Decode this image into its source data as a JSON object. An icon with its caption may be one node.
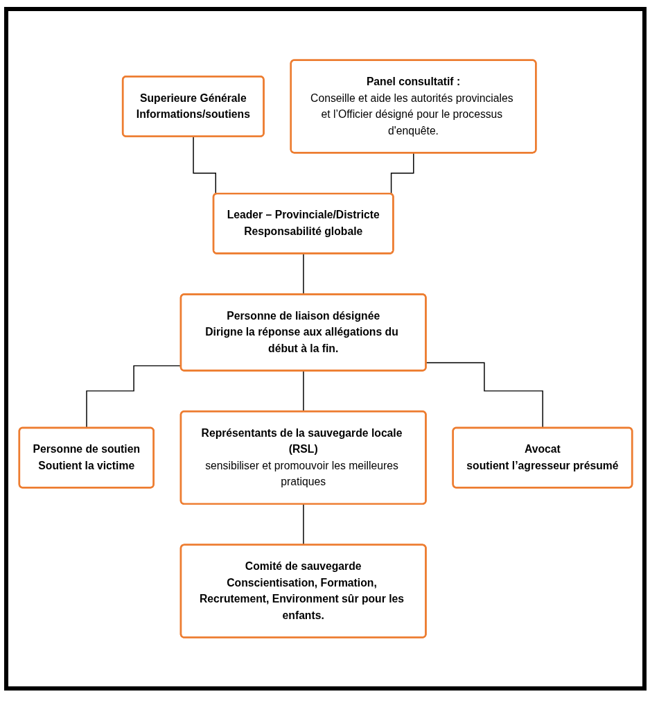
{
  "diagram": {
    "nodes": [
      {
        "text": [
          "Superieure Générale",
          "Informations/soutiens"
        ]
      },
      {
        "text": [
          "Panel consultatif :",
          "Conseille et aide les autorités provinciales et l’Officier désigné pour le processus d'enquête."
        ]
      },
      {
        "text": [
          "Leader – Provinciale/Districte",
          "Responsabilité globale"
        ]
      },
      {
        "text": [
          "Personne de liaison désignée",
          "Dirigne la réponse aux allégations du début à la fin."
        ]
      },
      {
        "text": [
          "Personne de soutien",
          "Soutient la victime"
        ]
      },
      {
        "text": [
          "Représentants de la sauvegarde locale (RSL)",
          "sensibiliser et promouvoir les meilleures pratiques"
        ]
      },
      {
        "text": [
          "Avocat",
          "soutient l’agresseur présumé"
        ]
      },
      {
        "text": [
          "Comité de sauvegarde",
          "Conscientisation, Formation, Recrutement, Environment sûr pour les enfants."
        ]
      }
    ],
    "edges": [
      {
        "from": 0,
        "to": 2,
        "arrow": "none"
      },
      {
        "from": 1,
        "to": 2,
        "arrow": "none"
      },
      {
        "from": 2,
        "to": 3,
        "arrow": "none"
      },
      {
        "from": 3,
        "to": 4,
        "arrow": "none"
      },
      {
        "from": 3,
        "to": 5,
        "arrow": "none"
      },
      {
        "from": 3,
        "to": 6,
        "arrow": "none"
      },
      {
        "from": 5,
        "to": 7,
        "arrow": "none"
      }
    ]
  }
}
